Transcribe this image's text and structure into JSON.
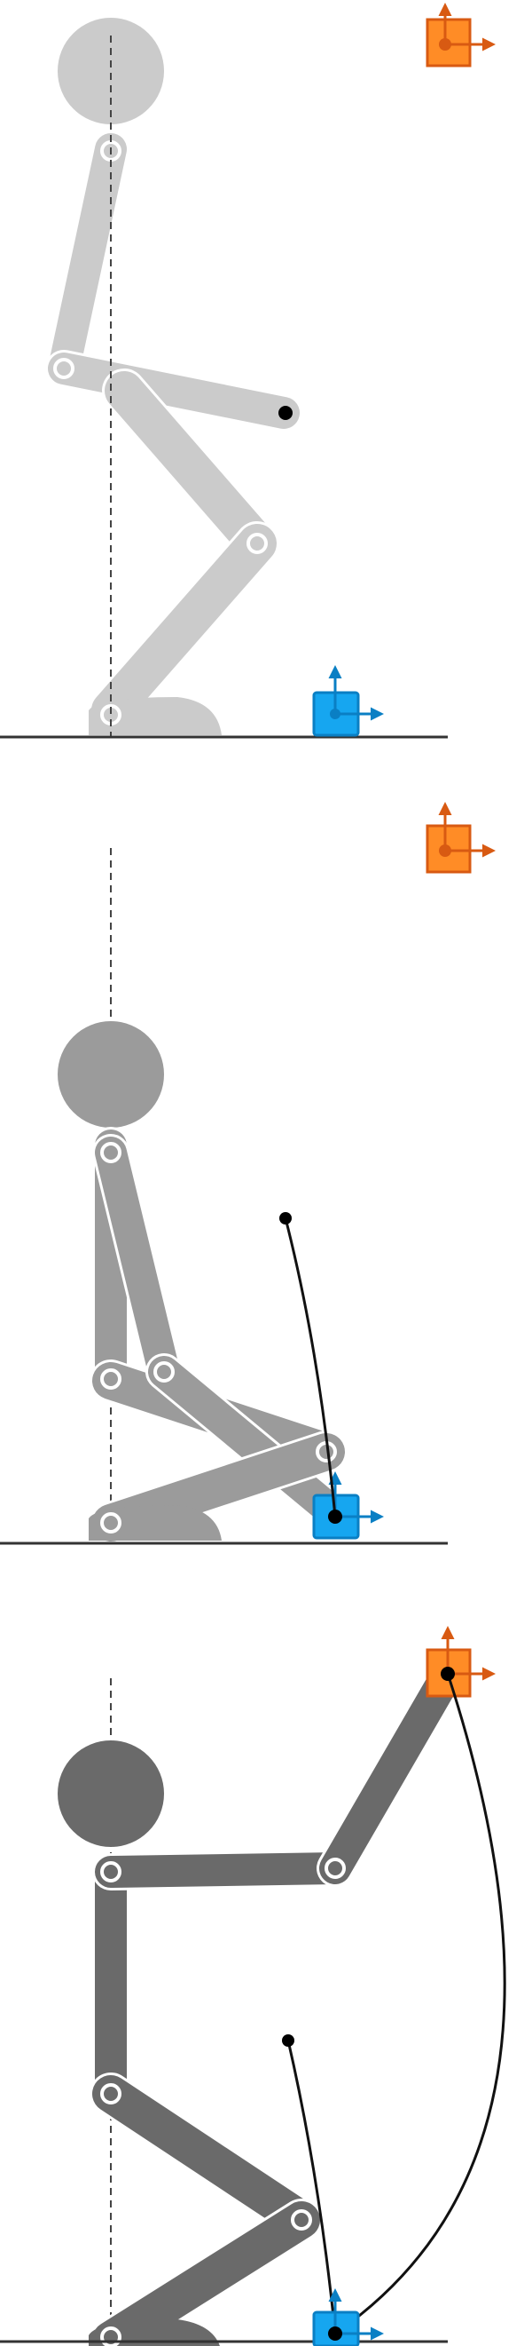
{
  "colors": {
    "background": "#ffffff",
    "figure_light": "#cbcbcb",
    "figure_mid": "#9b9b9b",
    "figure_dark": "#6a6a6a",
    "joint_stroke": "#ffffff",
    "ground": "#333333",
    "centerline": "#444444",
    "target_fill": "#ff8c26",
    "target_stroke": "#d85a12",
    "target_arrow": "#d85a12",
    "foot_fill": "#16a6f0",
    "foot_stroke": "#0a7fc4",
    "foot_arrow": "#0a7fc4",
    "trajectory": "#111111",
    "point": "#000000"
  },
  "panels": [
    {
      "name": "panel-1",
      "figure": "light",
      "pose": "squat-reach-forward",
      "trajectories": []
    },
    {
      "name": "panel-2",
      "figure": "mid",
      "pose": "sitting-arm-lowered",
      "trajectories": [
        "hand-to-foot"
      ]
    },
    {
      "name": "panel-3",
      "figure": "dark",
      "pose": "sitting-arm-raised",
      "trajectories": [
        "hand-to-foot",
        "foot-to-target"
      ]
    }
  ],
  "icons": [
    "target-frame-icon",
    "foot-frame-icon"
  ]
}
